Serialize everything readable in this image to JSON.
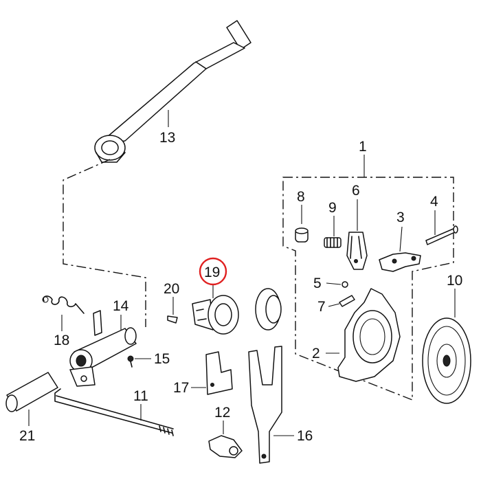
{
  "callouts": [
    {
      "id": "1",
      "label": "1"
    },
    {
      "id": "2",
      "label": "2"
    },
    {
      "id": "3",
      "label": "3"
    },
    {
      "id": "4",
      "label": "4"
    },
    {
      "id": "5",
      "label": "5"
    },
    {
      "id": "6",
      "label": "6"
    },
    {
      "id": "7",
      "label": "7"
    },
    {
      "id": "8",
      "label": "8"
    },
    {
      "id": "9",
      "label": "9"
    },
    {
      "id": "10",
      "label": "10"
    },
    {
      "id": "11",
      "label": "11"
    },
    {
      "id": "12",
      "label": "12"
    },
    {
      "id": "13",
      "label": "13"
    },
    {
      "id": "14",
      "label": "14"
    },
    {
      "id": "15",
      "label": "15"
    },
    {
      "id": "16",
      "label": "16"
    },
    {
      "id": "17",
      "label": "17"
    },
    {
      "id": "18",
      "label": "18"
    },
    {
      "id": "19",
      "label": "19"
    },
    {
      "id": "20",
      "label": "20"
    },
    {
      "id": "21",
      "label": "21"
    }
  ],
  "highlighted_part": "19",
  "highlight_color": "#e02020",
  "line_color": "#111111"
}
